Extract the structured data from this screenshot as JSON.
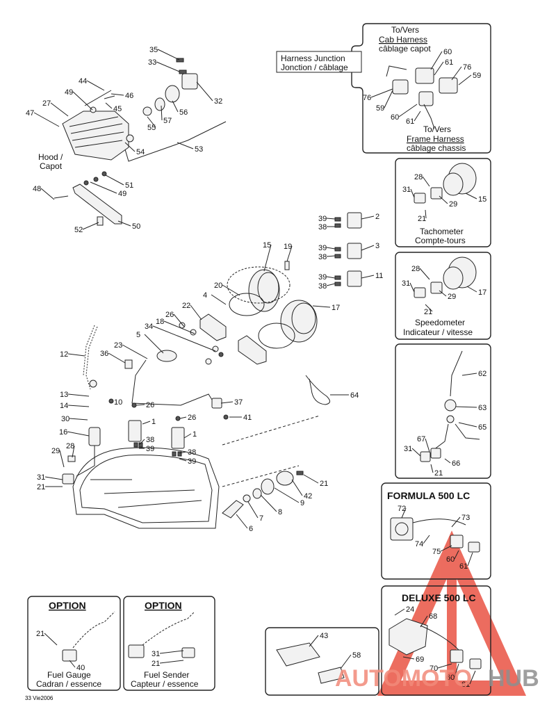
{
  "callouts": [
    "1",
    "2",
    "3",
    "4",
    "5",
    "6",
    "7",
    "8",
    "9",
    "10",
    "11",
    "12",
    "13",
    "14",
    "15",
    "16",
    "17",
    "18",
    "19",
    "20",
    "21",
    "22",
    "23",
    "24",
    "26",
    "27",
    "28",
    "29",
    "30",
    "31",
    "32",
    "33",
    "34",
    "35",
    "36",
    "37",
    "38",
    "39",
    "40",
    "41",
    "42",
    "43",
    "44",
    "45",
    "46",
    "47",
    "48",
    "49",
    "50",
    "51",
    "52",
    "53",
    "54",
    "55",
    "56",
    "57",
    "58",
    "59",
    "60",
    "61",
    "62",
    "63",
    "64",
    "65",
    "66",
    "67",
    "68",
    "69",
    "70",
    "72",
    "73",
    "74",
    "75",
    "76"
  ],
  "captions": {
    "hood": [
      "Hood /",
      "Capot"
    ],
    "harness_junction": [
      "Harness Junction",
      "Jonction / câblage"
    ],
    "to_cab": [
      "To/Vers",
      "Cab Harness",
      "câblage capot"
    ],
    "to_frame": [
      "To/Vers",
      "Frame Harness",
      "câblage chassis"
    ],
    "tachometer": [
      "Tachometer",
      "Compte-tours"
    ],
    "speedometer": [
      "Speedometer",
      "Indicateur / vitesse"
    ],
    "formula": "FORMULA 500 LC",
    "deluxe": "DELUXE 500 LC",
    "option1": "OPTION",
    "option2": "OPTION",
    "fuel_gauge": [
      "Fuel Gauge",
      "Cadran / essence"
    ],
    "fuel_sender": [
      "Fuel Sender",
      "Capteur / essence"
    ],
    "drawing_code": "33 Vie2006"
  },
  "watermark": {
    "part1": "AUTOMOTO",
    "part2": "HUB",
    "color1": "#f28a7a",
    "color2": "#8f8f8f"
  }
}
